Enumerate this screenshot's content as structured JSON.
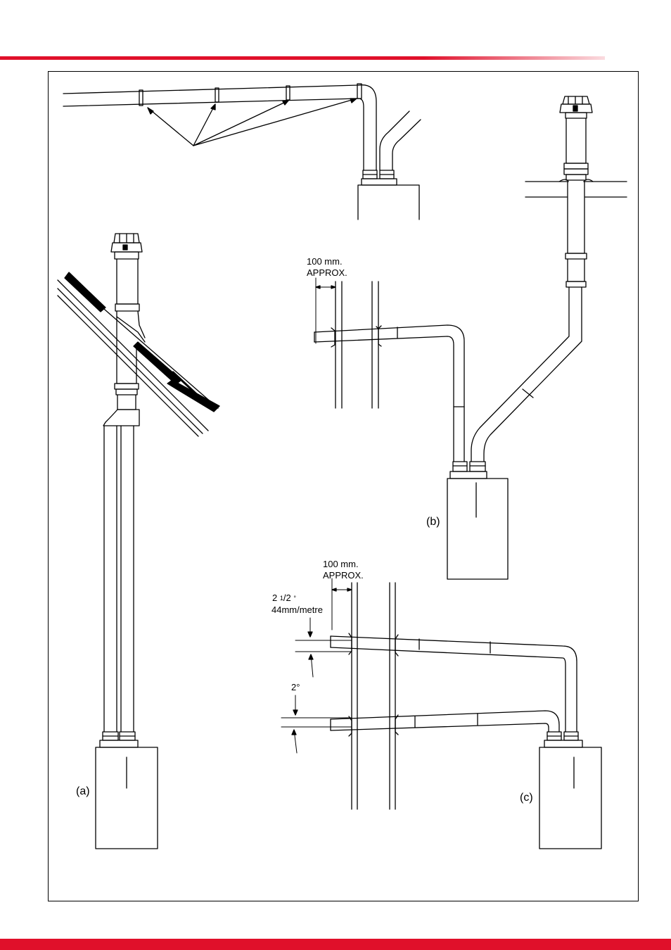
{
  "colors": {
    "accent": "#e0102a",
    "line": "#000000"
  },
  "labels": {
    "a": "(a)",
    "b": "(b)",
    "c": "(c)",
    "b_distance": "100 mm.",
    "b_approx": "APPROX.",
    "c_distance": "100 mm.",
    "c_approx": "APPROX.",
    "angle_top_main": "2 ",
    "angle_top_frac_num": "1",
    "angle_top_frac_den": "/2",
    "angle_top_deg": "°",
    "angle_top_rate": "44mm/metre",
    "angle_bottom": "2°"
  }
}
